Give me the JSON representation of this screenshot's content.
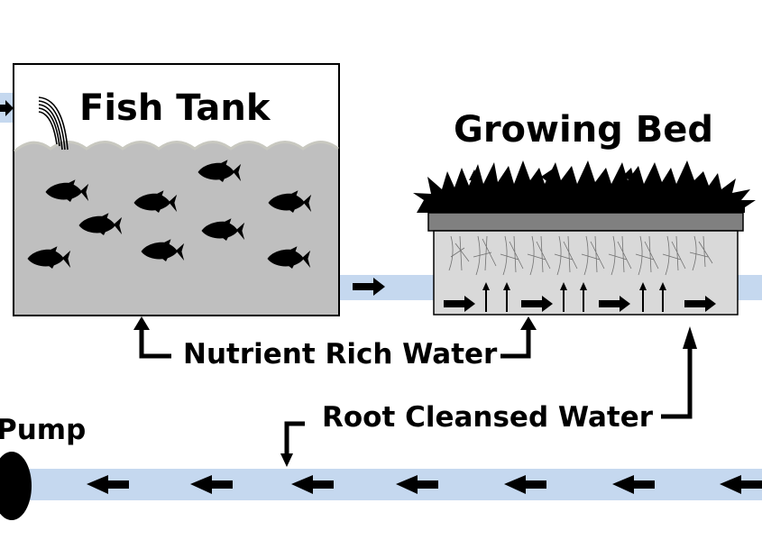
{
  "title": "Aquaponics System Diagram",
  "colors": {
    "pipe": "#c5d8ef",
    "water": "#bfbfbf",
    "bed_fill": "#d9d9d9",
    "tray": "#808080",
    "ink": "#000000"
  },
  "labels": {
    "fish_tank": "Fish Tank",
    "growing_bed": "Growing Bed",
    "nutrient_rich_water": "Nutrient Rich Water",
    "root_cleansed_water": "Root Cleansed Water",
    "pump": "Pump"
  },
  "flows": {
    "tank_to_bed": "right",
    "bed_internal": "right",
    "bed_upflow": "up",
    "return_pipe": "left"
  },
  "counts": {
    "fish": 9,
    "return_pipe_arrows": 7,
    "bed_flow_arrows": 4,
    "bed_up_arrow_pairs": 3
  }
}
